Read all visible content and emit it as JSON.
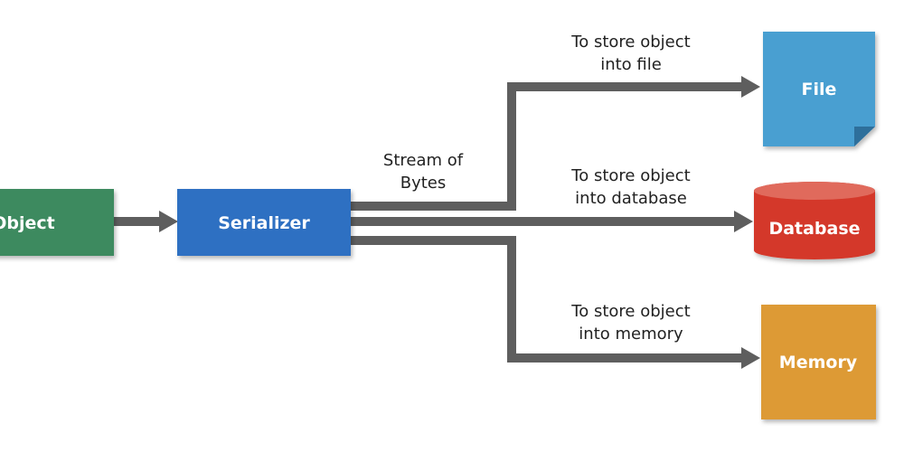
{
  "nodes": {
    "object": {
      "label": "Object"
    },
    "serializer": {
      "label": "Serializer"
    },
    "file": {
      "label": "File"
    },
    "database": {
      "label": "Database"
    },
    "memory": {
      "label": "Memory"
    }
  },
  "edges": {
    "stream": {
      "line1": "Stream of",
      "line2": "Bytes"
    },
    "to_file": {
      "line1": "To store object",
      "line2": "into file"
    },
    "to_database": {
      "line1": "To store object",
      "line2": "into database"
    },
    "to_memory": {
      "line1": "To store object",
      "line2": "into memory"
    }
  },
  "colors": {
    "object": "#3e8a5f",
    "serializer": "#2f6fc2",
    "file": "#4a9fd1",
    "file_fold": "#2e6f9b",
    "database": "#d4392a",
    "database_top": "#e06a5c",
    "memory": "#dd9a35",
    "arrow": "#5e5e5e"
  }
}
